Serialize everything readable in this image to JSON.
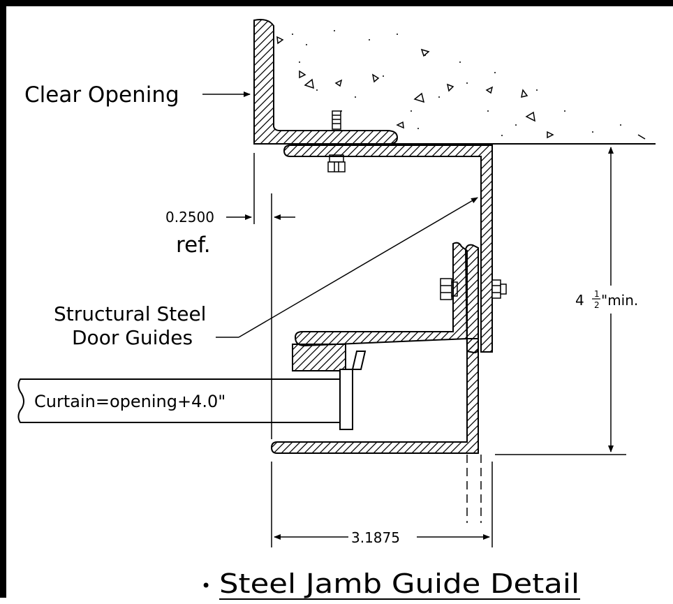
{
  "labels": {
    "clear_opening": "Clear Opening",
    "offset_value": "0.2500",
    "offset_ref": "ref.",
    "guides_line1": "Structural Steel",
    "guides_line2": "Door Guides",
    "curtain": "Curtain=opening+4.0\"",
    "height_whole": "4",
    "height_num": "1",
    "height_den": "2",
    "height_suffix": "\"min.",
    "width_value": "3.1875"
  },
  "title": {
    "bullet": "•",
    "text": "Steel Jamb Guide Detail"
  },
  "colors": {
    "line": "#000000",
    "background": "#ffffff"
  }
}
